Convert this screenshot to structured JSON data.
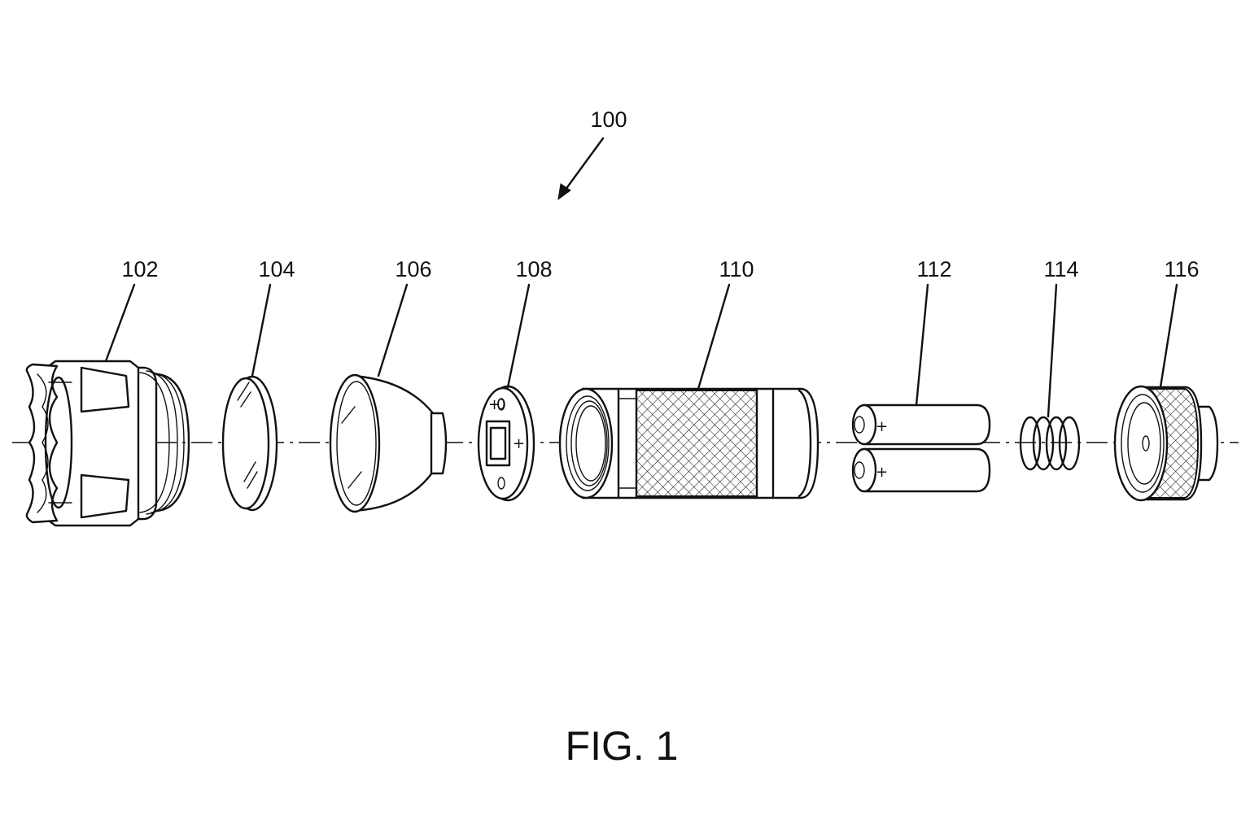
{
  "figure": {
    "caption": "FIG. 1",
    "assembly": {
      "label": "100",
      "name": "flashlight-assembly"
    },
    "parts": [
      {
        "label": "102",
        "name": "bezel-head"
      },
      {
        "label": "104",
        "name": "lens"
      },
      {
        "label": "106",
        "name": "reflector"
      },
      {
        "label": "108",
        "name": "led-board"
      },
      {
        "label": "110",
        "name": "body-tube"
      },
      {
        "label": "112",
        "name": "batteries"
      },
      {
        "label": "114",
        "name": "spring"
      },
      {
        "label": "116",
        "name": "tail-cap"
      }
    ],
    "symbols": {
      "plus": "+",
      "zero": "0"
    }
  }
}
